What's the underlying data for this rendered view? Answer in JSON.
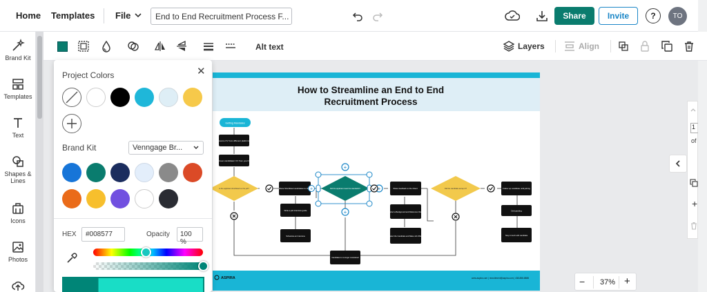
{
  "topbar": {
    "home": "Home",
    "templates": "Templates",
    "file": "File",
    "doc_title": "End to End Recruitment Process F...",
    "share": "Share",
    "invite": "Invite",
    "help": "?",
    "avatar": "TO"
  },
  "sidebar": {
    "items": [
      {
        "label": "Brand Kit",
        "icon": "magic-wand-icon"
      },
      {
        "label": "Templates",
        "icon": "templates-icon"
      },
      {
        "label": "Text",
        "icon": "text-icon"
      },
      {
        "label": "Shapes & Lines",
        "icon": "shapes-icon"
      },
      {
        "label": "Icons",
        "icon": "icons-icon"
      },
      {
        "label": "Photos",
        "icon": "photos-icon"
      }
    ]
  },
  "toolbar": {
    "alt_text": "Alt text",
    "layers": "Layers",
    "align": "Align",
    "selected_color": "#0a7c6e"
  },
  "color_panel": {
    "project_colors_title": "Project Colors",
    "project_colors": [
      "none",
      "#ffffff",
      "#000000",
      "#1fb7d9",
      "#deeef6",
      "#f6c94a"
    ],
    "brand_kit_title": "Brand Kit",
    "brand_kit_selected": "Venngage Br...",
    "brand_colors": [
      "#1775d8",
      "#0a7c6e",
      "#1b2d5e",
      "#e3eefb",
      "#8a8a8a",
      "#db4a27",
      "#ea6b19",
      "#f7bf2d",
      "#7150e0",
      "#ffffff",
      "#2a2c33"
    ],
    "hex_label": "HEX",
    "hex_value": "#008577",
    "opacity_label": "Opacity",
    "opacity_value": "100 %"
  },
  "canvas": {
    "title_line1": "How to Streamline an End to End",
    "title_line2": "Recruitment Process",
    "nodes": {
      "getting_mandates": "Getting Mandates",
      "source_cv": "Source CV from different platforms",
      "screen_candidates": "Screen candidates' CV from your list",
      "shortlisted_q": "Is the applicant shortlisted on the job?",
      "share_shortlisted": "Share Shortlisted candidates to client",
      "write_job": "Write a job Interview guide",
      "schedule": "Schedule an Interview",
      "did_question": "Did the applicant meet the standards?",
      "share_feedback": "Share feedback to the Client",
      "conduct": "Conduct a Background and Reference Check",
      "select": "Select the Candidate and Make Job Offer",
      "end_q": "Did the candidate accept it?",
      "follow_up": "Follow up candidate until joining",
      "onboarding": "Onboarding",
      "stay": "Stay in touch with candidate",
      "not_considered": "Candidate is no longer considered"
    },
    "footer_brand": "ASPIRA",
    "footer_contact": "www.aspira.com | recruitment@aspira.com | 438-888-8888"
  },
  "zoom": {
    "minus": "−",
    "value": "37%",
    "plus": "+"
  },
  "right_panel": {
    "page_num": "1",
    "of": "of"
  }
}
